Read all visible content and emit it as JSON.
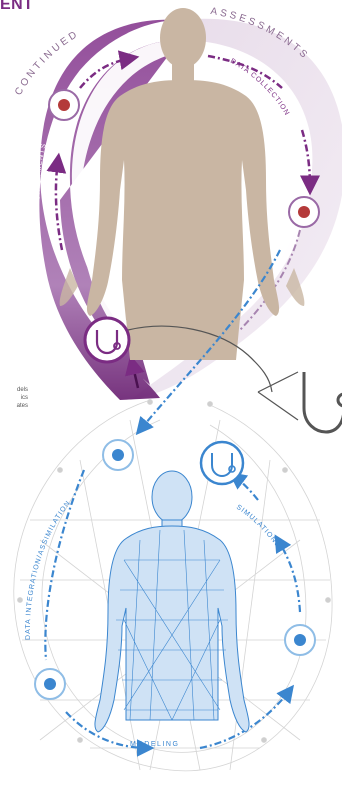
{
  "heading": "ENT",
  "labels": {
    "continued": "CONTINUED",
    "assessments": "ASSESSMENTS",
    "data_collection": "DATA COLLECTION",
    "treatments": "TREATMENTS",
    "data_integration": "DATA INTEGRATION/ASSIMILATION",
    "simulations": "SIMULATIONS",
    "modeling": "MODELING"
  },
  "side_text": [
    "dels",
    "ics",
    "ates"
  ],
  "colors": {
    "purple_dark": "#7b2c83",
    "purple_mid": "#9a6aa6",
    "purple_light": "#d9c6de",
    "body_tan": "#c9b6a3",
    "blue": "#3b86cf",
    "blue_light": "#8fbde6",
    "grey_net": "#d4d4d4",
    "red_dot": "#b43a3a"
  },
  "icons": [
    "stethoscope-icon",
    "target-dot-icon"
  ]
}
